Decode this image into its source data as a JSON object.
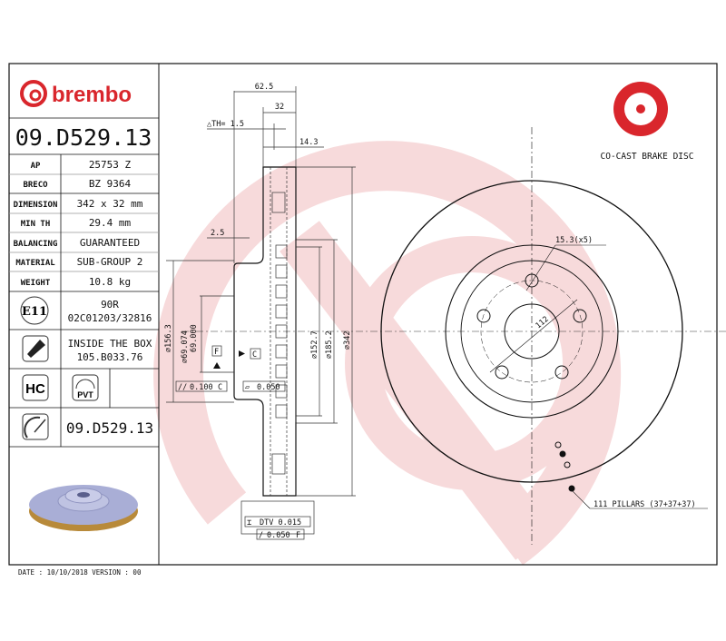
{
  "brand": "brembo",
  "part_number": "09.D529.13",
  "specs": [
    {
      "label": "AP",
      "value": "25753 Z"
    },
    {
      "label": "BRECO",
      "value": "BZ 9364"
    },
    {
      "label": "DIMENSION",
      "value": "342 x 32 mm"
    },
    {
      "label": "MIN TH",
      "value": "29.4 mm"
    },
    {
      "label": "BALANCING",
      "value": "GUARANTEED"
    },
    {
      "label": "MATERIAL",
      "value": "SUB-GROUP 2"
    },
    {
      "label": "WEIGHT",
      "value": "10.8 kg"
    }
  ],
  "homologation": {
    "badge": "E11",
    "line1": "90R",
    "line2": "02C01203/32816"
  },
  "screw": {
    "line1": "INSIDE THE BOX",
    "line2": "105.B033.76"
  },
  "badges": {
    "hc": "HC",
    "pvt": "PVT"
  },
  "part_number_footer": "09.D529.13",
  "footer": "DATE : 10/10/2018 VERSION : 00",
  "disc_type": "CO-CAST BRAKE DISC",
  "dimensions": {
    "d62_5": "62.5",
    "d32": "32",
    "dth": "△TH= 1.5",
    "d14_3": "14.3",
    "d2_5": "2.5",
    "d156_3": "⌀156.3",
    "d69_074": "⌀69.074",
    "d69_000": "69.000",
    "d152_7": "⌀152.7",
    "d185_2": "⌀185.2",
    "d342": "⌀342",
    "datum_f": "F",
    "datum_c": "C",
    "parallel": "0.100",
    "parallel_ref": "C",
    "flatness": "0.050",
    "dtv": "DTV 0.015",
    "runout": "0.050",
    "runout_ref": "F",
    "holes": "15.3(x5)",
    "pcd": "112",
    "pillars": "111 PILLARS (37+37+37)"
  },
  "colors": {
    "brand": "#d9262c",
    "watermark": "#f7dadb"
  }
}
